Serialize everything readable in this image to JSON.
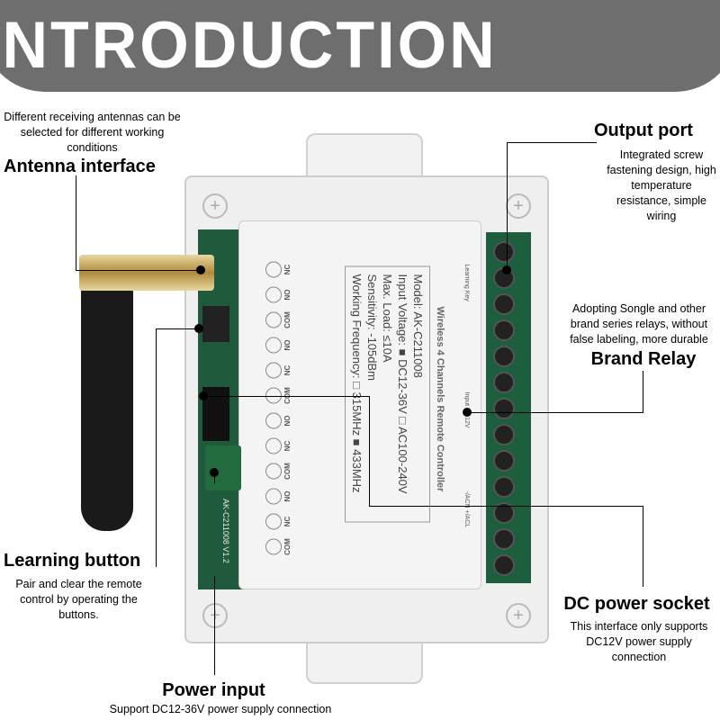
{
  "header": {
    "title": "PRODUCT INTRODUCTION"
  },
  "callouts": {
    "antenna": {
      "desc": "Different receiving antennas can be selected for different working conditions",
      "title": "Antenna interface"
    },
    "output": {
      "title": "Output port",
      "desc": "Integrated screw fastening design, high temperature resistance, simple wiring"
    },
    "relay": {
      "desc": "Adopting Songle and other brand series relays, without false labeling, more durable",
      "title": "Brand Relay"
    },
    "learning": {
      "title": "Learning button",
      "desc": "Pair and clear the remote control by operating the buttons."
    },
    "dc": {
      "title": "DC power socket",
      "desc": "This interface only supports DC12V power supply connection"
    },
    "power": {
      "title": "Power input",
      "desc": "Support DC12-36V power supply connection"
    }
  },
  "device": {
    "label_title": "Wireless 4 Channels Remote Controller",
    "model": "Model:  AK-C211008",
    "voltage": "Input Voltage: ■ DC12-36V  □ AC100-240V",
    "load": "Max. Load:  ≤10A",
    "sensitivity": "Sensitivity:  -105dBm",
    "frequency": "Working Frequency: □ 315MHz  ■ 433MHz",
    "learning_key": "Learning Key",
    "input_dc": "Input DC12V",
    "acn": "-/ACN  +/ACL",
    "terminals": [
      "COM",
      "NC",
      "NO",
      "COM",
      "NC",
      "NO",
      "COM",
      "NC",
      "NO",
      "COM",
      "NO",
      "NC"
    ],
    "pcb_model": "AK-C211008 V1.2"
  }
}
